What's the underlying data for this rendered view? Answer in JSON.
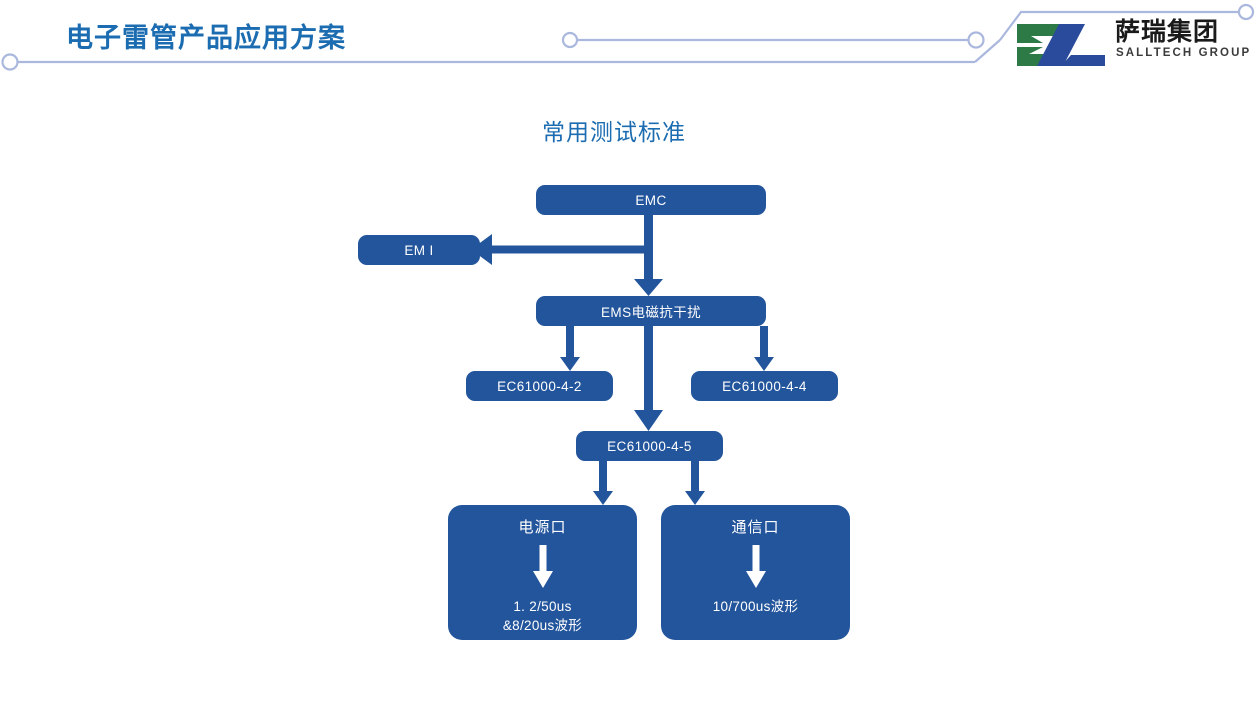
{
  "header": {
    "title": "电子雷管产品应用方案",
    "title_color": "#1b6cb0",
    "deco_line_color": "#aab8dd",
    "logo": {
      "name_cn": "萨瑞集团",
      "name_en": "SALLTECH GROUP",
      "mark_green": "#2d7a47",
      "mark_blue": "#2a4b9b"
    }
  },
  "subtitle": "常用测试标准",
  "diagram": {
    "node_fill": "#23559c",
    "node_text_color": "#ffffff",
    "connector_color": "#23559c",
    "nodes": {
      "emc": "EMC",
      "emi": "EM I",
      "ems": "EMS电磁抗干扰",
      "iec_4_2": "EC61000-4-2",
      "iec_4_4": "EC61000-4-4",
      "iec_4_5": "EC61000-4-5",
      "power_port": {
        "title": "电源口",
        "line1": "1. 2/50us",
        "line2": "&8/20us波形"
      },
      "comm_port": {
        "title": "通信口",
        "line1": "10/700us波形"
      }
    }
  }
}
